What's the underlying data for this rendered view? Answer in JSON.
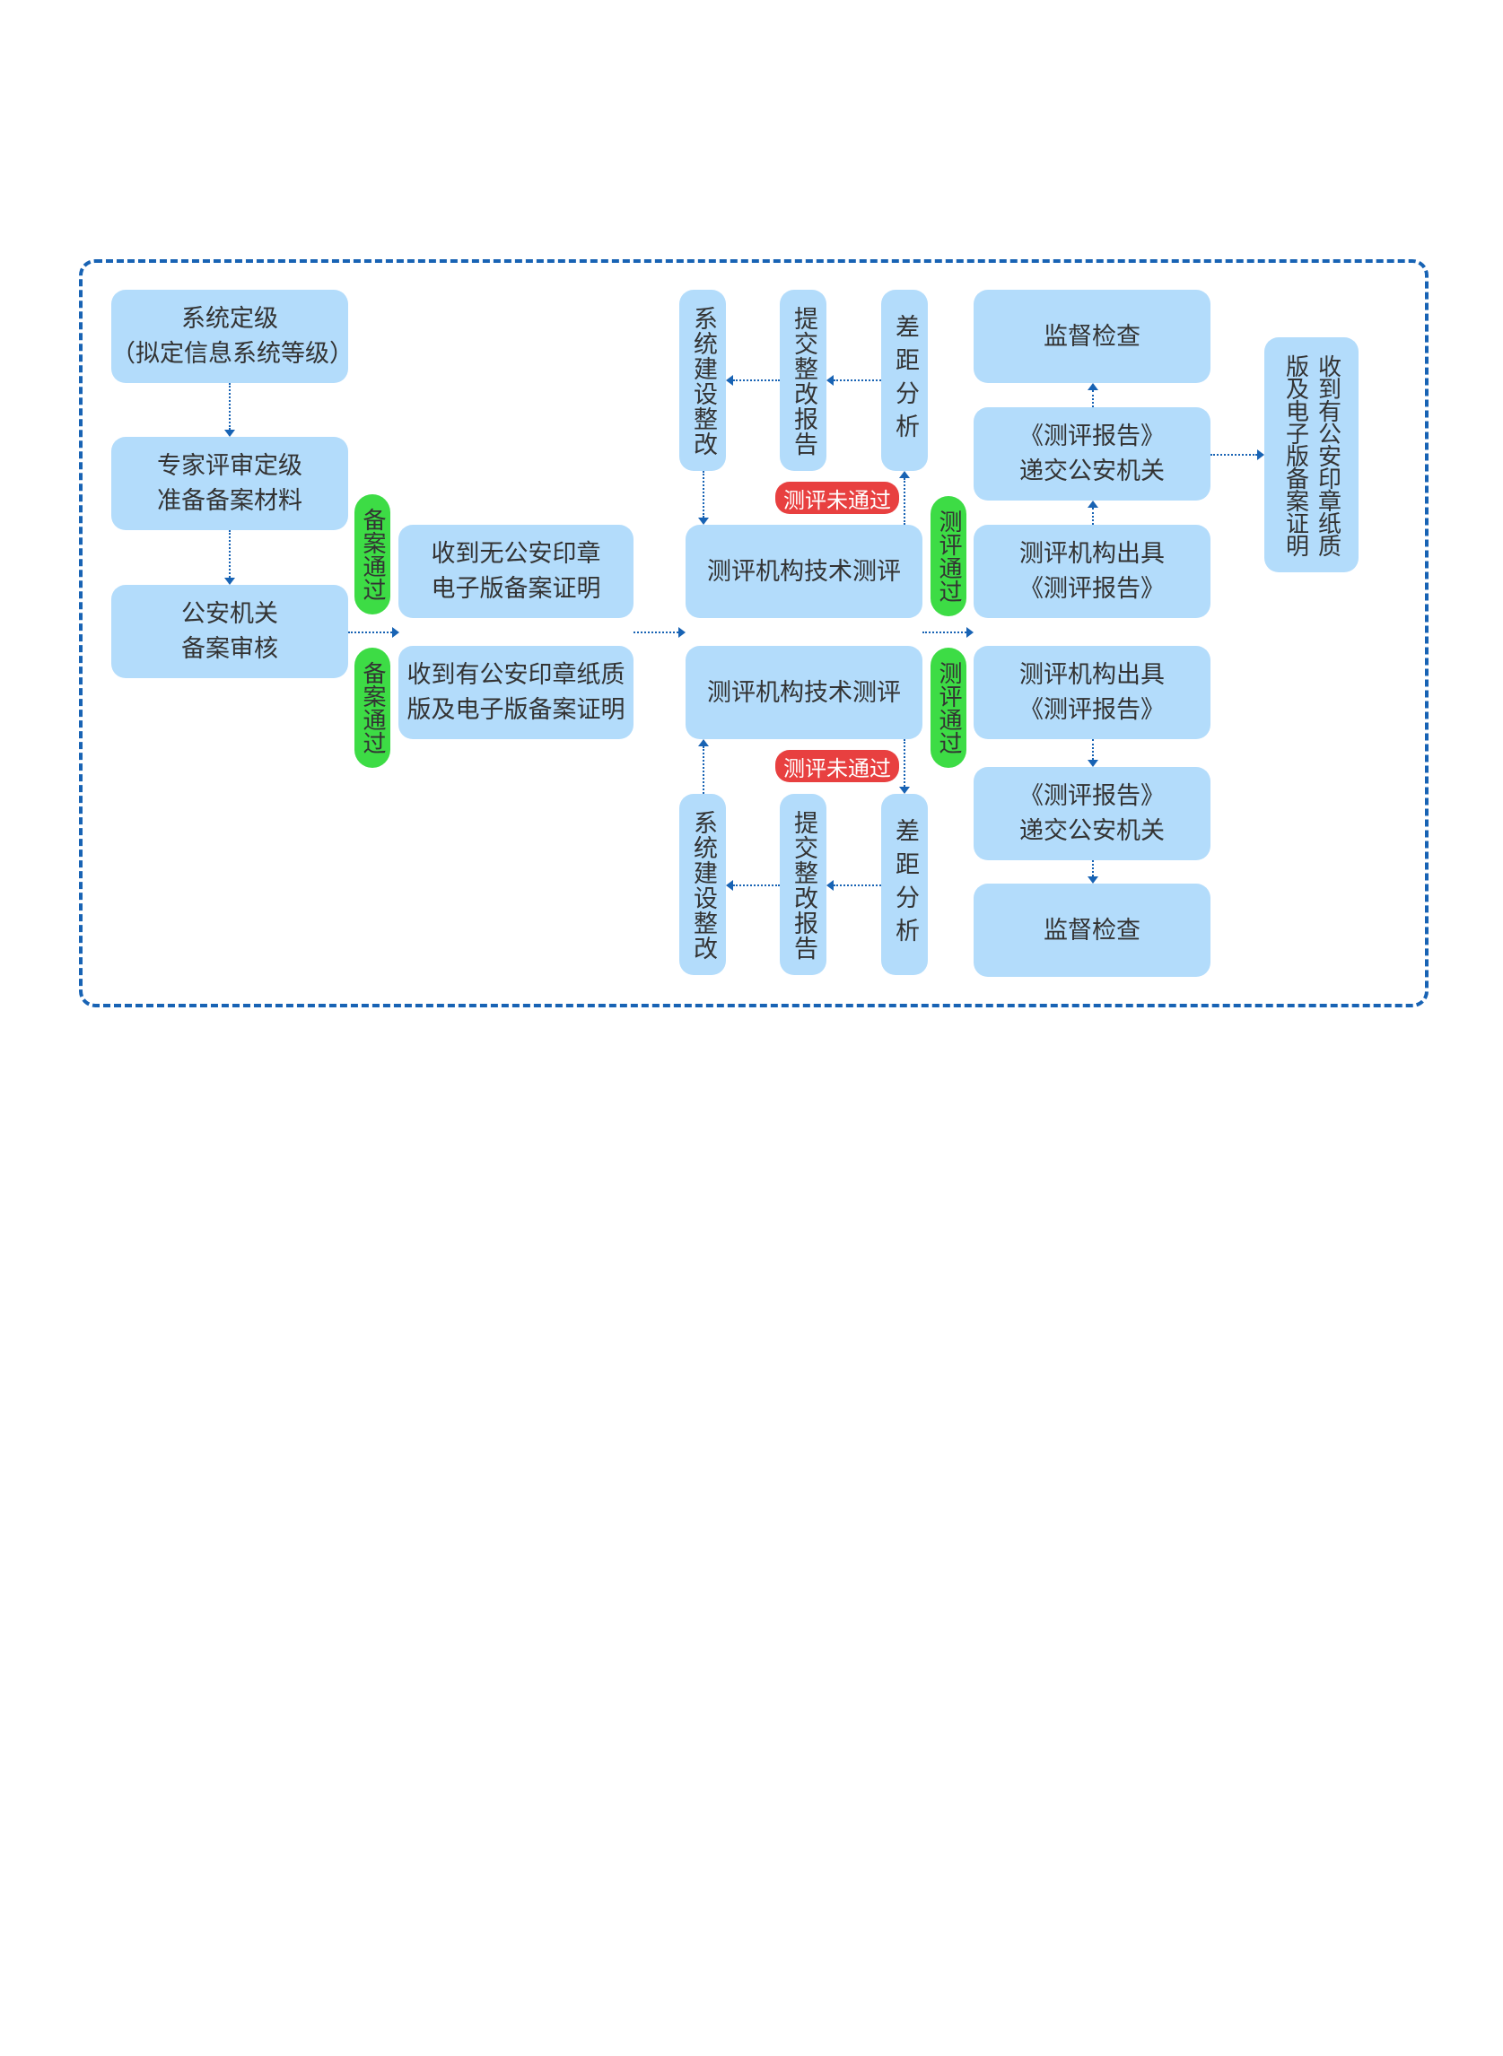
{
  "colors": {
    "box_fill": "#b3dcfb",
    "pass_tag": "#3ddc45",
    "fail_tag": "#e84040",
    "frame_border": "#1863b4",
    "arrow": "#1863b4"
  },
  "left": {
    "grading": "系统定级\n（拟定信息系统等级）",
    "expert": "专家评审定级\n准备备案材料",
    "police_review": "公安机关\n备案审核"
  },
  "filing": {
    "pass_tag_top": "备案通过",
    "pass_tag_bottom": "备案通过",
    "cert_top": "收到无公安印章\n电子版备案证明",
    "cert_bottom": "收到有公安印章纸质\n版及电子版备案证明"
  },
  "top_branch": {
    "rectify": "系统建设整改",
    "report": "提交整改报告",
    "gap": "差距分析",
    "fail_tag": "测评未通过",
    "assessment": "测评机构技术测评",
    "pass_tag": "测评通过",
    "issue_report": "测评机构出具\n《测评报告》",
    "submit_report": "《测评报告》\n递交公安机关",
    "supervision": "监督检查",
    "received": "收到有公安印章纸质版及电子版备案证明"
  },
  "bottom_branch": {
    "assessment": "测评机构技术测评",
    "fail_tag": "测评未通过",
    "gap": "差距分析",
    "report": "提交整改报告",
    "rectify": "系统建设整改",
    "pass_tag": "测评通过",
    "issue_report": "测评机构出具\n《测评报告》",
    "submit_report": "《测评报告》\n递交公安机关",
    "supervision": "监督检查"
  }
}
